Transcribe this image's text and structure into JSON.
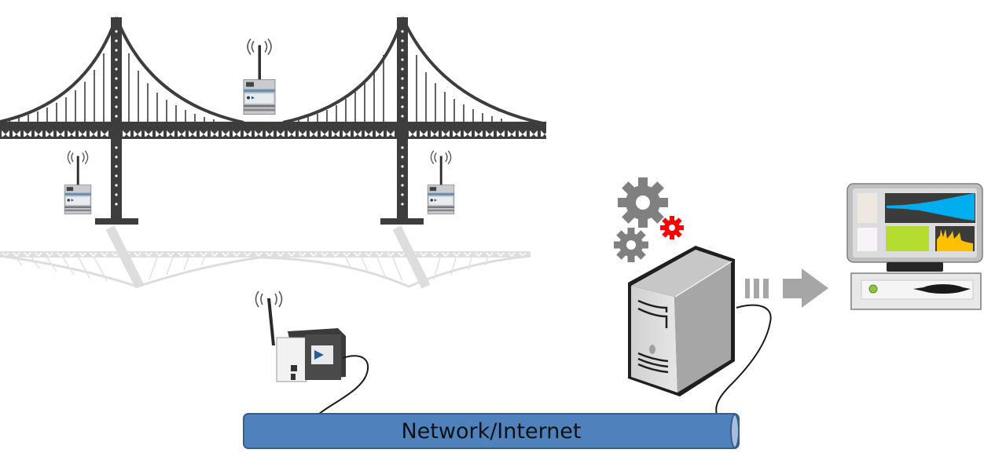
{
  "diagram": {
    "subject": "Wireless sensor network for bridge structural monitoring",
    "nodes": [
      {
        "id": "bridge",
        "label": "suspension-bridge"
      },
      {
        "id": "sensor-node-top",
        "label": "wireless-sensor-node",
        "placement": "bridge deck center"
      },
      {
        "id": "sensor-node-left",
        "label": "wireless-sensor-node",
        "placement": "left tower base"
      },
      {
        "id": "sensor-node-right",
        "label": "wireless-sensor-node",
        "placement": "right tower base"
      },
      {
        "id": "gateway",
        "label": "wireless-gateway"
      },
      {
        "id": "server",
        "label": "server-with-processing"
      },
      {
        "id": "monitor",
        "label": "monitoring-workstation"
      }
    ],
    "network": {
      "label": "Network/Internet",
      "color": "#4f81bd",
      "border": "#385d8a"
    },
    "edges": [
      {
        "from": "gateway",
        "to": "network",
        "style": "cable"
      },
      {
        "from": "server",
        "to": "network",
        "style": "cable"
      },
      {
        "from": "server",
        "to": "monitor",
        "style": "dashed-arrow"
      }
    ],
    "colors": {
      "bridge": "#3d3d3d",
      "bridge_reflection": "#d9d9d9",
      "gear": "#808080",
      "gear_accent": "#ff0000",
      "arrow": "#a6a6a6",
      "screen_waveform": "#00aeef",
      "screen_green": "#b5dc31",
      "screen_spectrum": "#ffc000",
      "power_led": "#8cc63f"
    }
  }
}
